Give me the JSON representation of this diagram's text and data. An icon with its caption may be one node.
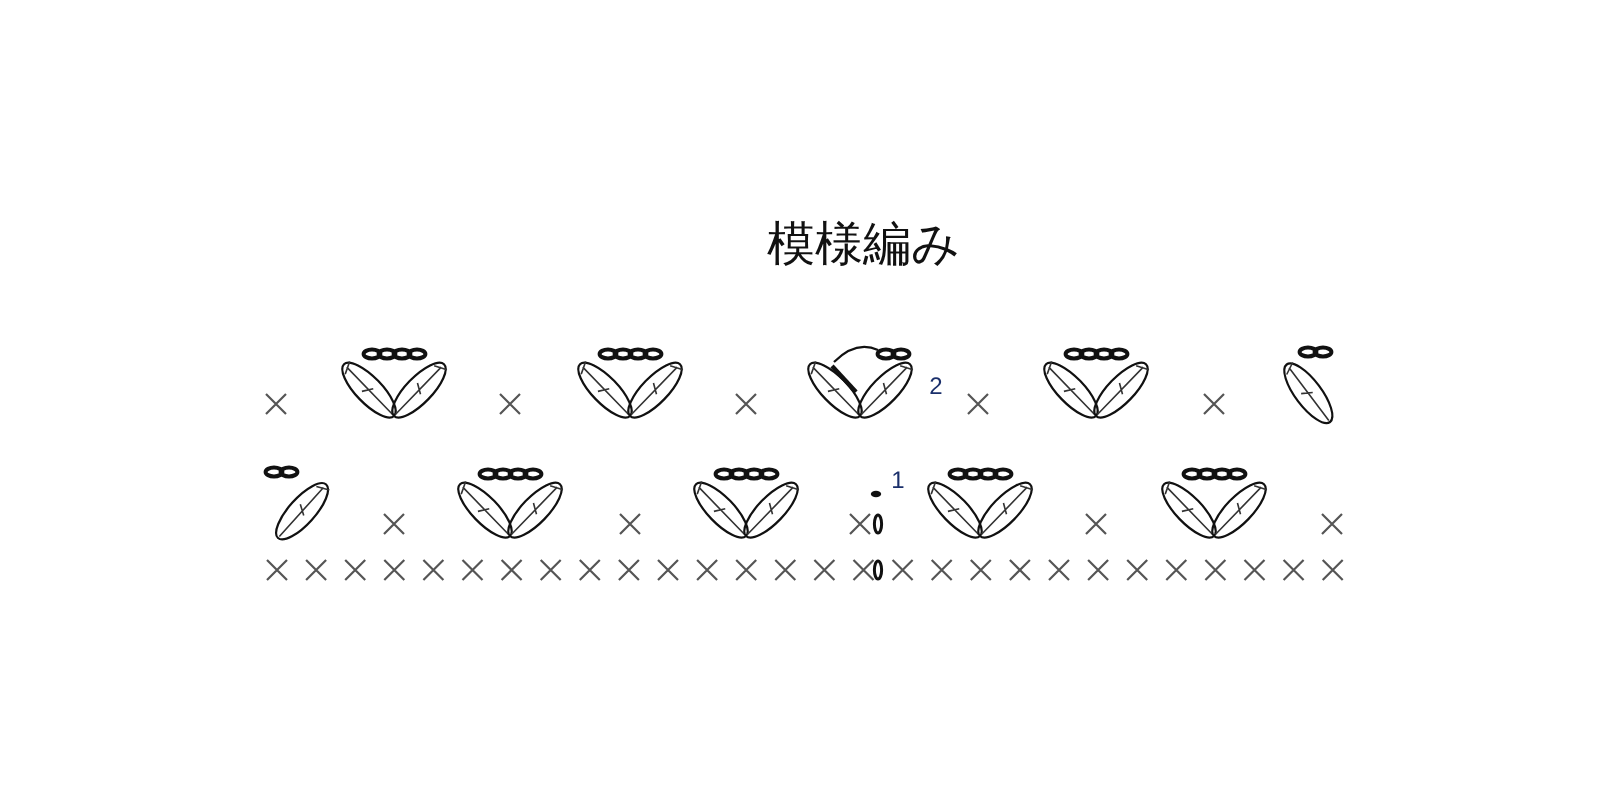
{
  "diagram": {
    "title": "模様編み",
    "labels": [
      "2",
      "1"
    ]
  }
}
